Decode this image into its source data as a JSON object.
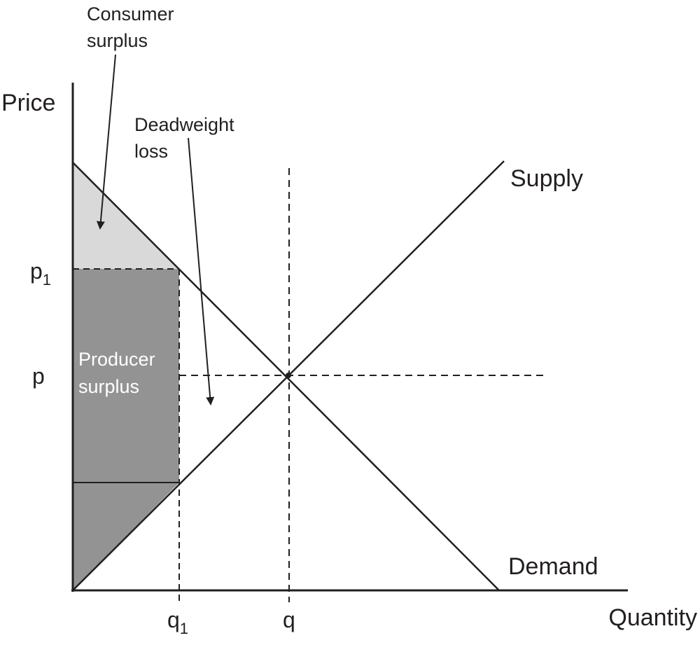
{
  "diagram": {
    "axes": {
      "y_label": "Price",
      "x_label": "Quantity"
    },
    "ticks": {
      "p1_base": "p",
      "p1_sub": "1",
      "p": "p",
      "q1_base": "q",
      "q1_sub": "1",
      "q": "q"
    },
    "curves": {
      "supply": "Supply",
      "demand": "Demand"
    },
    "annotations": {
      "consumer_surplus": [
        "Consumer",
        "surplus"
      ],
      "deadweight_loss": [
        "Deadweight",
        "loss"
      ],
      "producer_surplus": [
        "Producer",
        "surplus"
      ]
    },
    "colors": {
      "consumer_surplus_fill": "#d9d9d9",
      "producer_surplus_fill": "#939393",
      "lines": "#231f20"
    }
  }
}
